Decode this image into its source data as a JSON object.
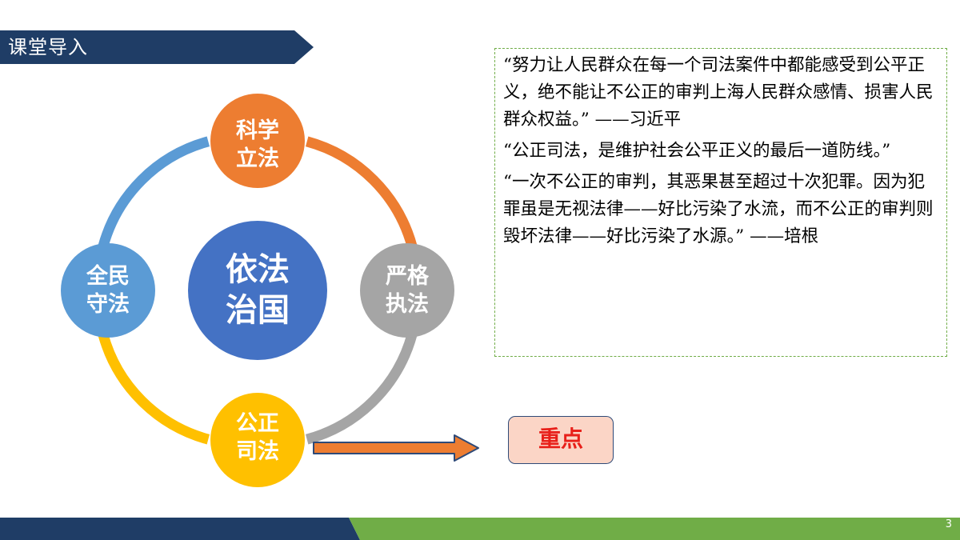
{
  "header": {
    "title": "课堂导入"
  },
  "diagram": {
    "center": {
      "line1": "依法",
      "line2": "治国"
    },
    "nodes": {
      "top": {
        "line1": "科学",
        "line2": "立法"
      },
      "right": {
        "line1": "严格",
        "line2": "执法"
      },
      "bottom": {
        "line1": "公正",
        "line2": "司法"
      },
      "left": {
        "line1": "全民",
        "line2": "守法"
      }
    }
  },
  "quotes": {
    "q1": "“努力让人民群众在每一个司法案件中都能感受到公平正义，绝不能让不公正的审判上海人民群众感情、损害人民群众权益。” ——习近平",
    "q2": "“公正司法，是维护社会公平正义的最后一道防线。”",
    "q3": "“一次不公正的审判，其恶果甚至超过十次犯罪。因为犯罪虽是无视法律——好比污染了水流，而不公正的审判则毁坏法律——好比污染了水源。” ——培根"
  },
  "keypoint": {
    "label": "重点"
  },
  "footer": {
    "page_number": "3"
  },
  "colors": {
    "navy": "#1f3d66",
    "orange": "#ed7d31",
    "gray": "#a5a5a5",
    "yellow": "#ffc000",
    "blue": "#5b9bd5",
    "center_blue": "#4472c4",
    "green": "#70ad47",
    "keypoint_text": "#e8201a",
    "keypoint_fill": "#fbd5c6"
  }
}
